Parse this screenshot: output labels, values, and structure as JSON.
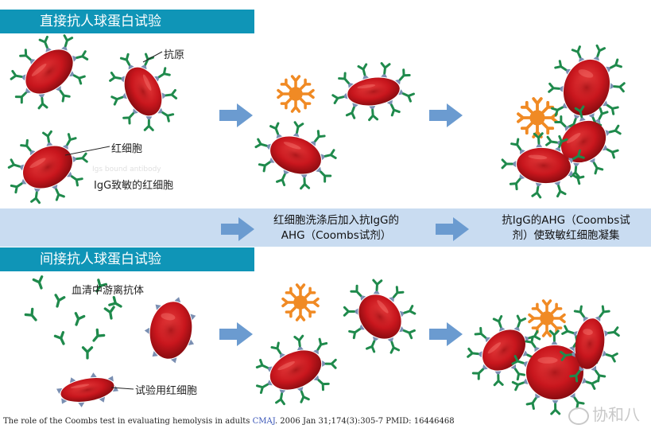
{
  "direct_test": {
    "title": "直接抗人球蛋白试验",
    "antigen_label": "抗原",
    "rbc_label": "红细胞",
    "faded_text": "Igs bound antibody",
    "sensitized_label": "IgG致敏的红细胞"
  },
  "captions": {
    "wash": "红细胞洗涤后加入抗IgG的\nAHG（Coombs试剂）",
    "agglutinate": "抗IgG的AHG（Coombs试\n剂）使致敏红细胞凝集"
  },
  "indirect_test": {
    "title": "间接抗人球蛋白试验",
    "free_antibody_label": "血清中游离抗体",
    "test_rbc_label": "试验用红细胞"
  },
  "citation": {
    "text": "The role of the Coombs test in evaluating hemolysis in adults ",
    "journal": "CMAJ",
    "details": ". 2006 Jan 31;174(3):305-7 PMID: 16446468"
  },
  "brand": {
    "text": "协和八"
  },
  "colors": {
    "title_bar": "#0f95b7",
    "band": "#c9dcf1",
    "rbc": "#c8161d",
    "antibody": "#1f8a4c",
    "ahg": "#f08a24",
    "arrow": "#6b9bd0"
  }
}
